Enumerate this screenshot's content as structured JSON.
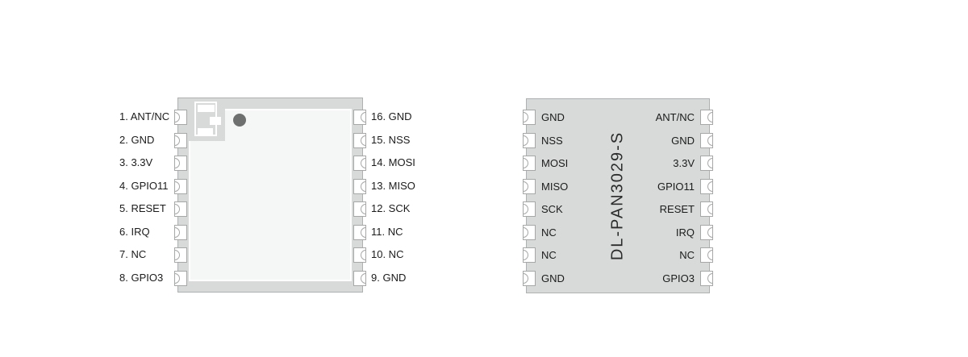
{
  "diagram_left": {
    "title": "module-top-view-pinout",
    "pins_left": [
      "1. ANT/NC",
      "2. GND",
      "3. 3.3V",
      "4. GPIO11",
      "5. RESET",
      "6. IRQ",
      "7. NC",
      "8. GPIO3"
    ],
    "pins_right": [
      "16. GND",
      "15. NSS",
      "14. MOSI",
      "13. MISO",
      "12. SCK",
      "11. NC",
      "10. NC",
      "9. GND"
    ]
  },
  "diagram_right": {
    "title": "module-bottom-view-pinout",
    "pins_left": [
      "GND",
      "NSS",
      "MOSI",
      "MISO",
      "SCK",
      "NC",
      "NC",
      "GND"
    ],
    "pins_right": [
      "ANT/NC",
      "GND",
      "3.3V",
      "GPIO11",
      "RESET",
      "IRQ",
      "NC",
      "GPIO3"
    ],
    "center_label": "DL-PAN3029-S"
  },
  "colors": {
    "module_body": "#d8dada",
    "module_border": "#aeb1b1",
    "pcb_inner": "#f5f6f6",
    "pcb_border": "#ffffff",
    "pin_fill": "#ffffff",
    "pin_border": "#a6a8a8",
    "indicator_dot": "#6e7070",
    "text": "#1b1b1b",
    "background": "#ffffff"
  }
}
